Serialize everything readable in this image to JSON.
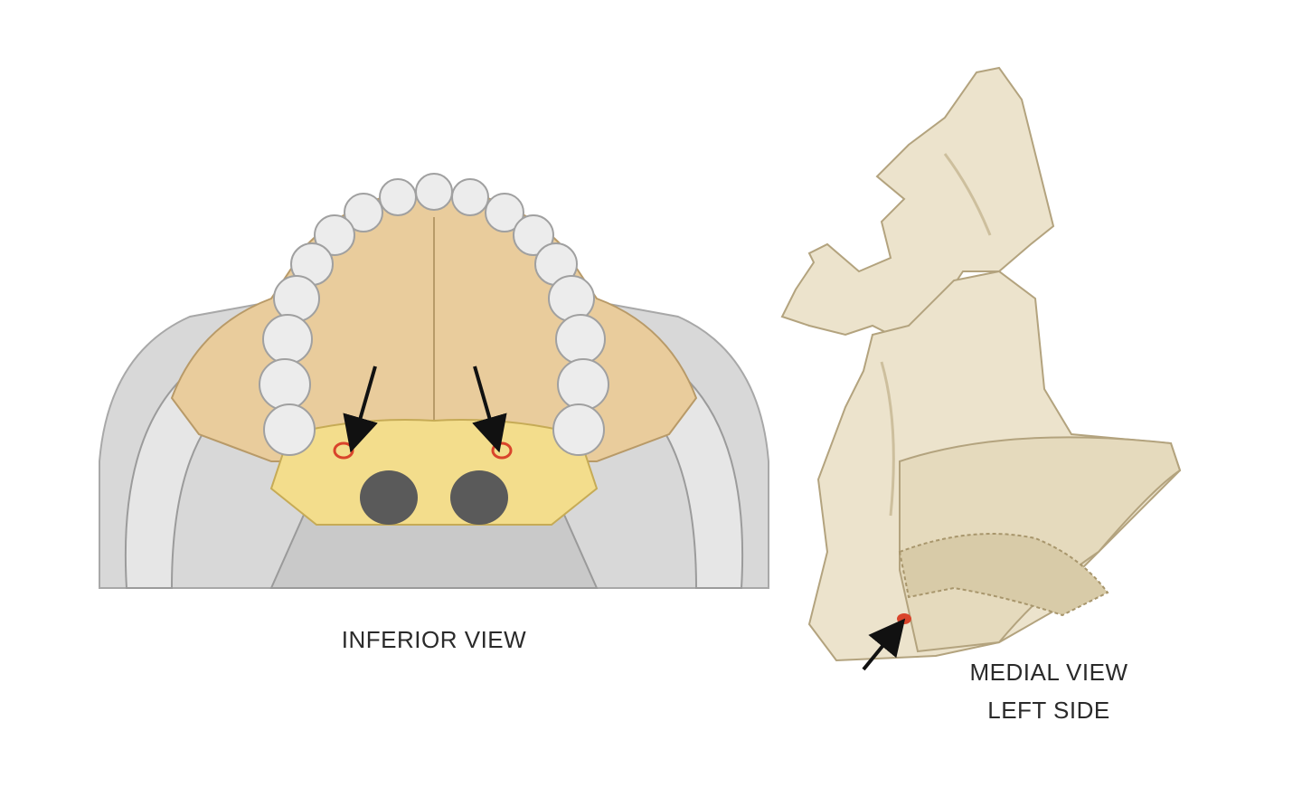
{
  "inferior_view": {
    "caption": "INFERIOR VIEW",
    "colors": {
      "palatine_bone": "#f3dd8c",
      "maxilla": "#e9cc9c",
      "skull": "#d6d6d6",
      "teeth": "#e8e8e8",
      "foramen_marker": "#d9442b",
      "arrow": "#111111"
    }
  },
  "medial_view": {
    "caption_line1": "MEDIAL VIEW",
    "caption_line2": "LEFT SIDE",
    "colors": {
      "bone": "#ece3cc",
      "bone_shadow": "#cdbf9d",
      "foramen_marker": "#d9442b",
      "arrow": "#111111"
    }
  }
}
